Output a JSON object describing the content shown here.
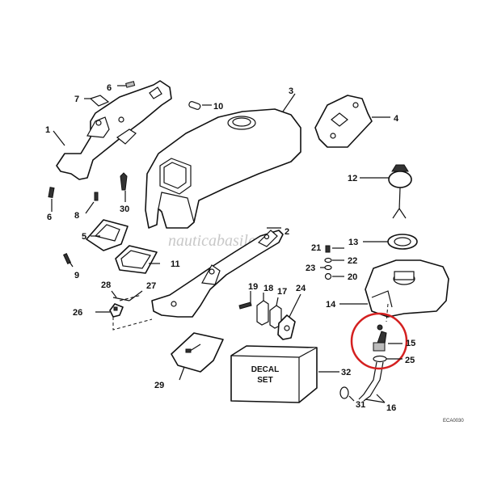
{
  "watermark": "nauticabasile.it",
  "decal_label_line1": "DECAL",
  "decal_label_line2": "SET",
  "drawing_code": "ECA0030",
  "highlight_color": "#d42020",
  "callouts": [
    "1",
    "2",
    "3",
    "4",
    "5",
    "6",
    "6",
    "7",
    "8",
    "9",
    "10",
    "11",
    "12",
    "13",
    "14",
    "15",
    "16",
    "17",
    "18",
    "19",
    "20",
    "21",
    "22",
    "23",
    "24",
    "25",
    "26",
    "27",
    "28",
    "29",
    "30",
    "31",
    "32"
  ]
}
